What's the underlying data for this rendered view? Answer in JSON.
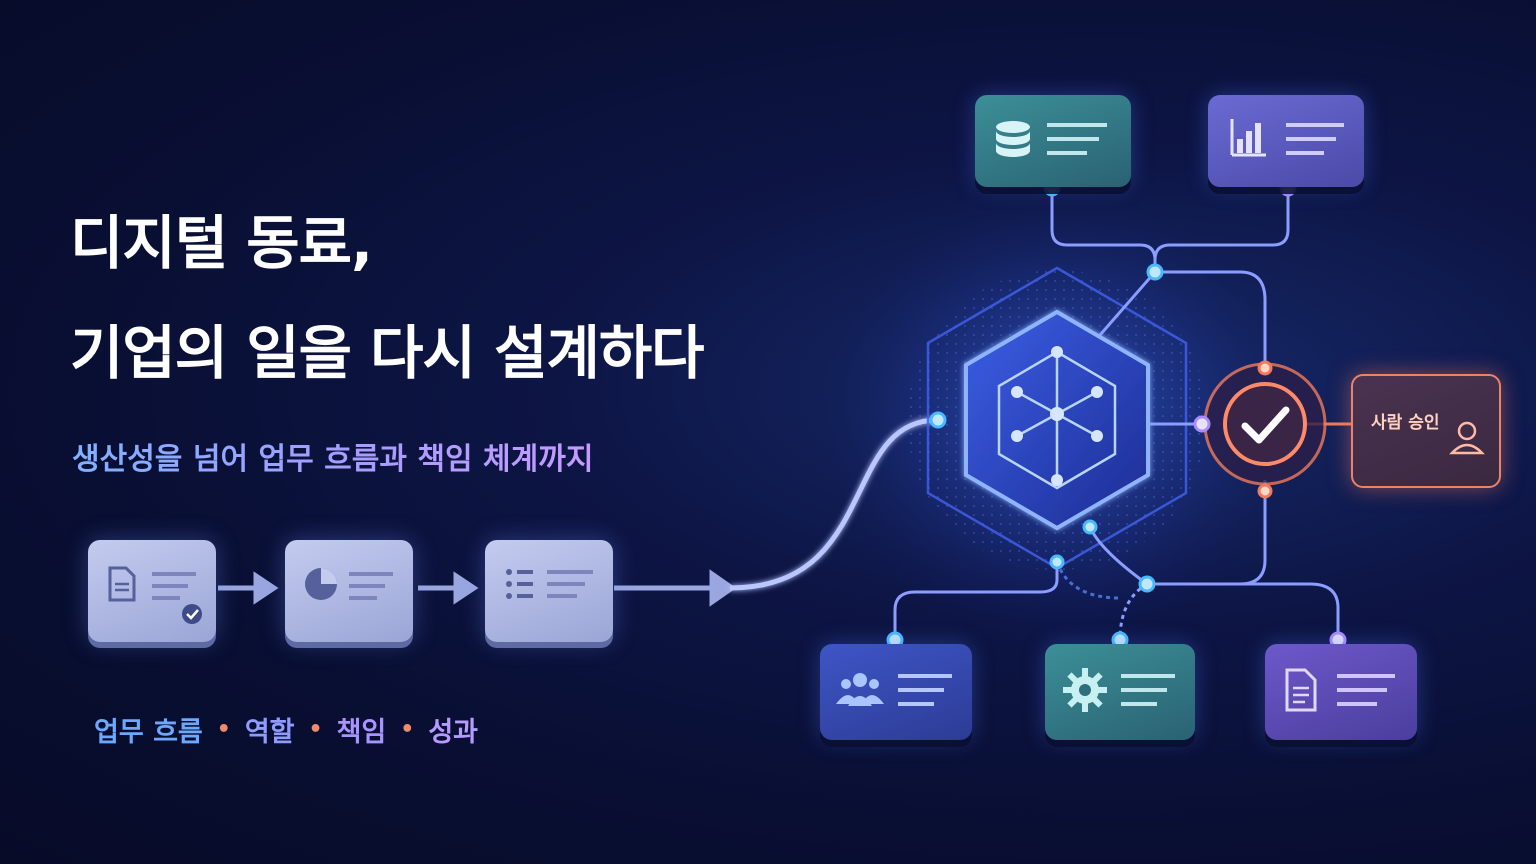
{
  "hero": {
    "title_line1": "디지털 동료,",
    "title_line2": "기업의 일을 다시 설계하다",
    "subtitle": "생산성을 넘어 업무 흐름과 책임 체계까지"
  },
  "footer_tags": [
    "업무 흐름",
    "역할",
    "책임",
    "성과"
  ],
  "footer_separator": "•",
  "approval_node": {
    "label": "사람 승인",
    "icon": "user-icon"
  },
  "colors": {
    "accent_blue": "#4a8cff",
    "accent_orange": "#f07a5a",
    "accent_purple": "#a88cff",
    "background": "#0a1036"
  },
  "icons": {
    "flow_steps": [
      "document-check-icon",
      "pie-chart-icon",
      "list-icon"
    ],
    "top_cards": [
      "database-icon",
      "bar-chart-icon"
    ],
    "bottom_cards": [
      "people-icon",
      "gear-icon",
      "document-icon"
    ],
    "hub": "network-hexagon-icon",
    "check": "checkmark-icon"
  }
}
